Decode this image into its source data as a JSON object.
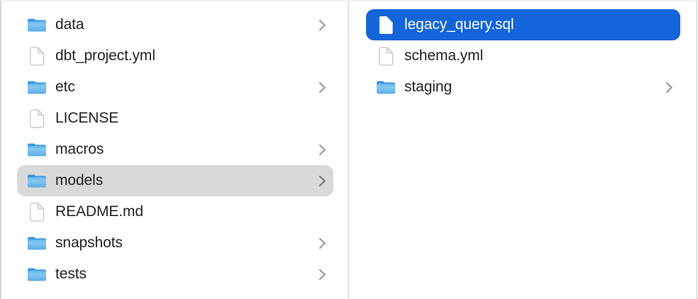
{
  "app": {
    "view": "finder-column-view"
  },
  "colors": {
    "selection_blue": "#1465d9",
    "selection_gray": "#d9d9d9",
    "divider": "#e4e4e4",
    "text": "#232325",
    "text_selected": "#ffffff",
    "chevron": "#97979a",
    "folder_back": "#3b97e3",
    "folder_front_top": "#66b6ec",
    "folder_front_mid": "#85c7f2",
    "folder_front_bottom": "#5cade7",
    "document_stroke": "#c2c2c2",
    "document_fold": "#ececec"
  },
  "icons": {
    "folder": "folder-icon",
    "document": "document-icon",
    "chevron": "chevron-right-icon"
  },
  "columns": [
    {
      "name": "column-1",
      "items": [
        {
          "name": "data",
          "type": "folder",
          "chevron": true,
          "selected": false
        },
        {
          "name": "dbt_project.yml",
          "type": "file",
          "chevron": false,
          "selected": false
        },
        {
          "name": "etc",
          "type": "folder",
          "chevron": true,
          "selected": false
        },
        {
          "name": "LICENSE",
          "type": "file",
          "chevron": false,
          "selected": false
        },
        {
          "name": "macros",
          "type": "folder",
          "chevron": true,
          "selected": false
        },
        {
          "name": "models",
          "type": "folder",
          "chevron": true,
          "selected": "gray"
        },
        {
          "name": "README.md",
          "type": "file",
          "chevron": false,
          "selected": false
        },
        {
          "name": "snapshots",
          "type": "folder",
          "chevron": true,
          "selected": false
        },
        {
          "name": "tests",
          "type": "folder",
          "chevron": true,
          "selected": false
        }
      ]
    },
    {
      "name": "column-2",
      "items": [
        {
          "name": "legacy_query.sql",
          "type": "file",
          "chevron": false,
          "selected": "blue"
        },
        {
          "name": "schema.yml",
          "type": "file",
          "chevron": false,
          "selected": false
        },
        {
          "name": "staging",
          "type": "folder",
          "chevron": true,
          "selected": false
        }
      ]
    }
  ]
}
